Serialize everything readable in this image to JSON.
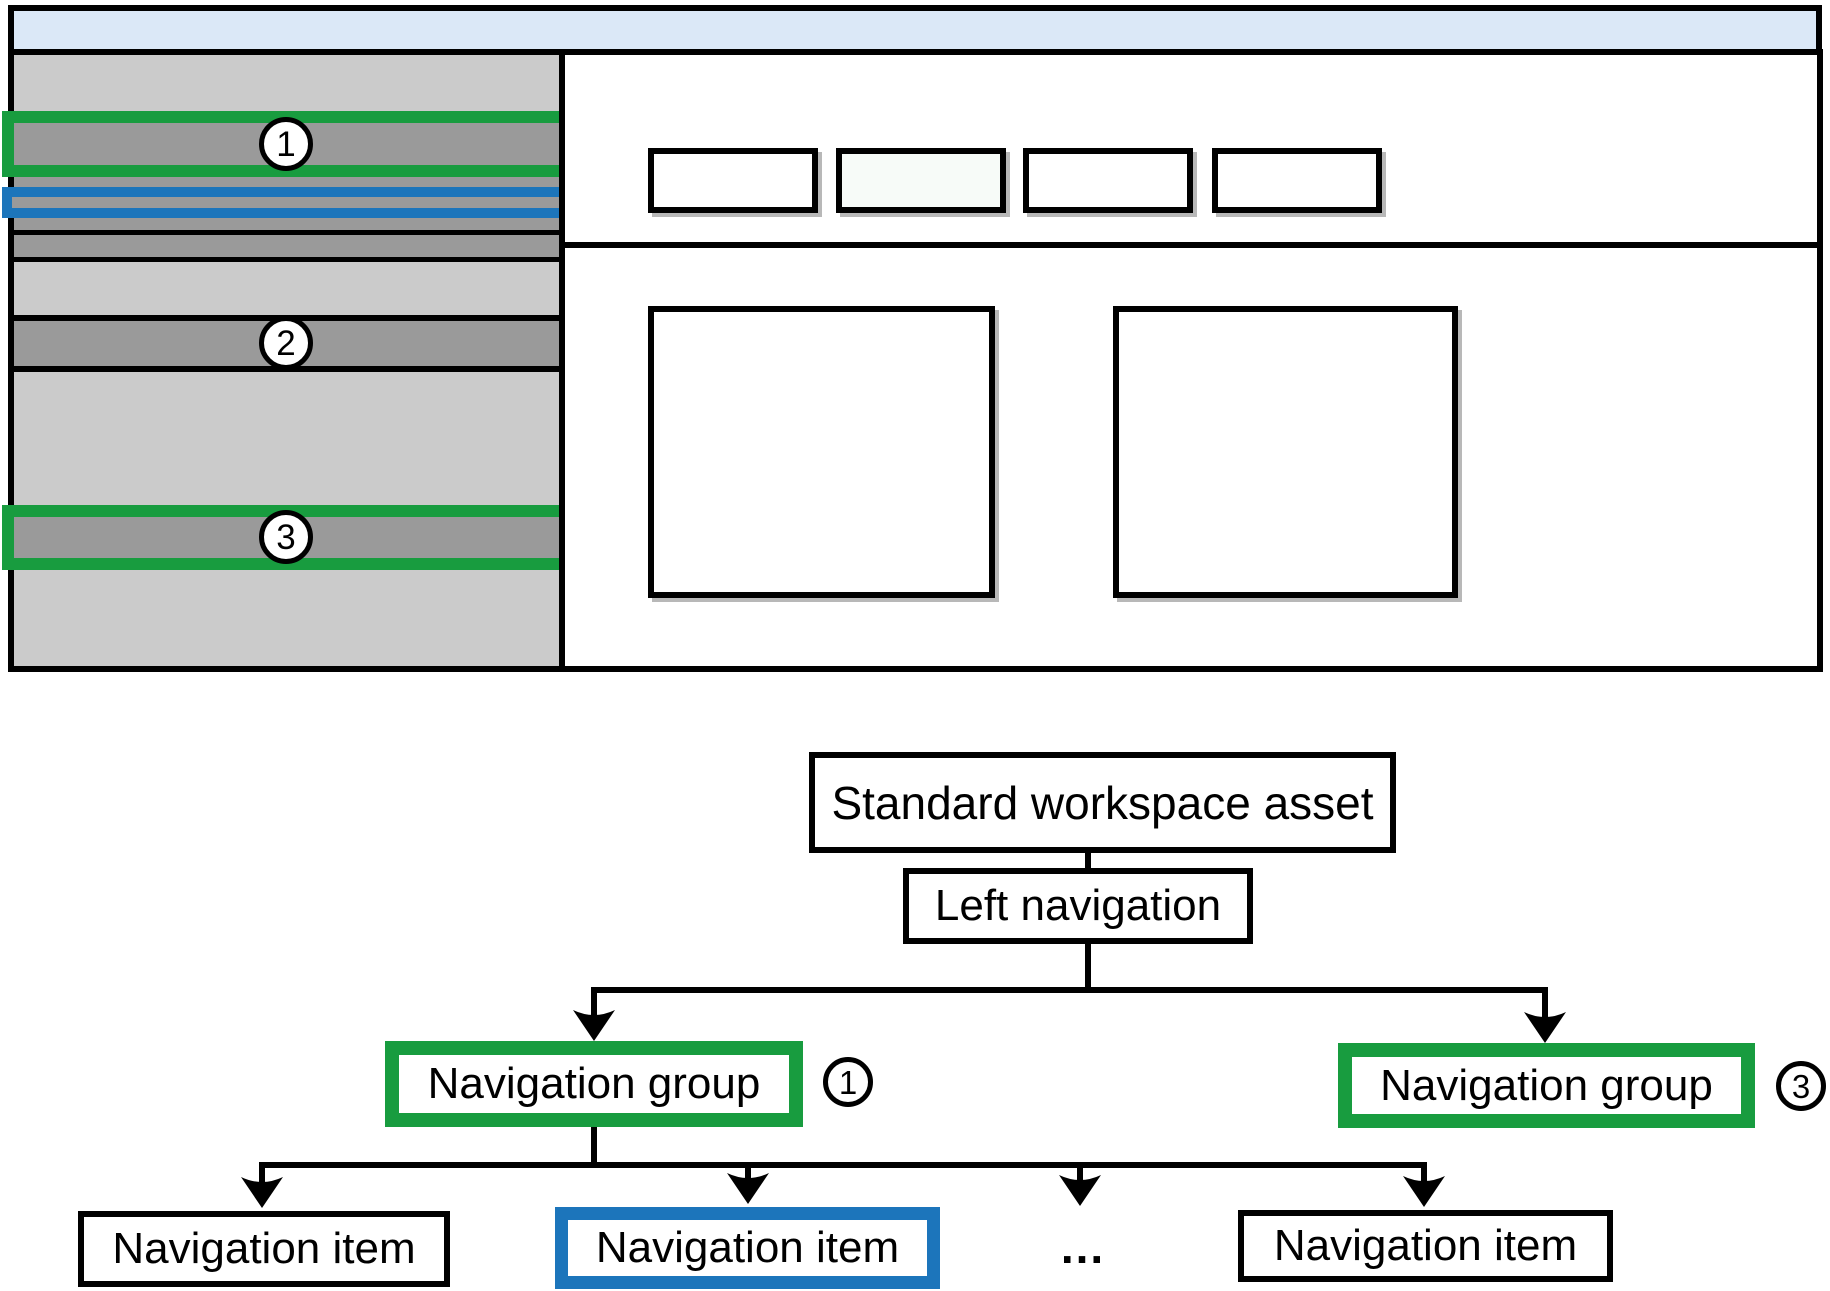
{
  "figure": {
    "wireframe": {
      "callout_1": "1",
      "callout_2": "2",
      "callout_3": "3"
    },
    "diagram": {
      "root_label": "Standard workspace asset",
      "left_nav_label": "Left navigation",
      "nav_group_left_label": "Navigation group",
      "nav_group_left_callout": "1",
      "nav_group_right_label": "Navigation group",
      "nav_group_right_callout": "3",
      "nav_item_1_label": "Navigation item",
      "nav_item_selected_label": "Navigation item",
      "ellipsis": "...",
      "nav_item_3_label": "Navigation item"
    },
    "colors": {
      "accent_green": "#189c3f",
      "accent_blue": "#1c75bb",
      "banner_blue": "#dbe8f7",
      "sidebar_gray": "#cbcbcb",
      "bar_gray": "#9a9a9a",
      "tab_highlight": "#f7fbf8"
    }
  }
}
